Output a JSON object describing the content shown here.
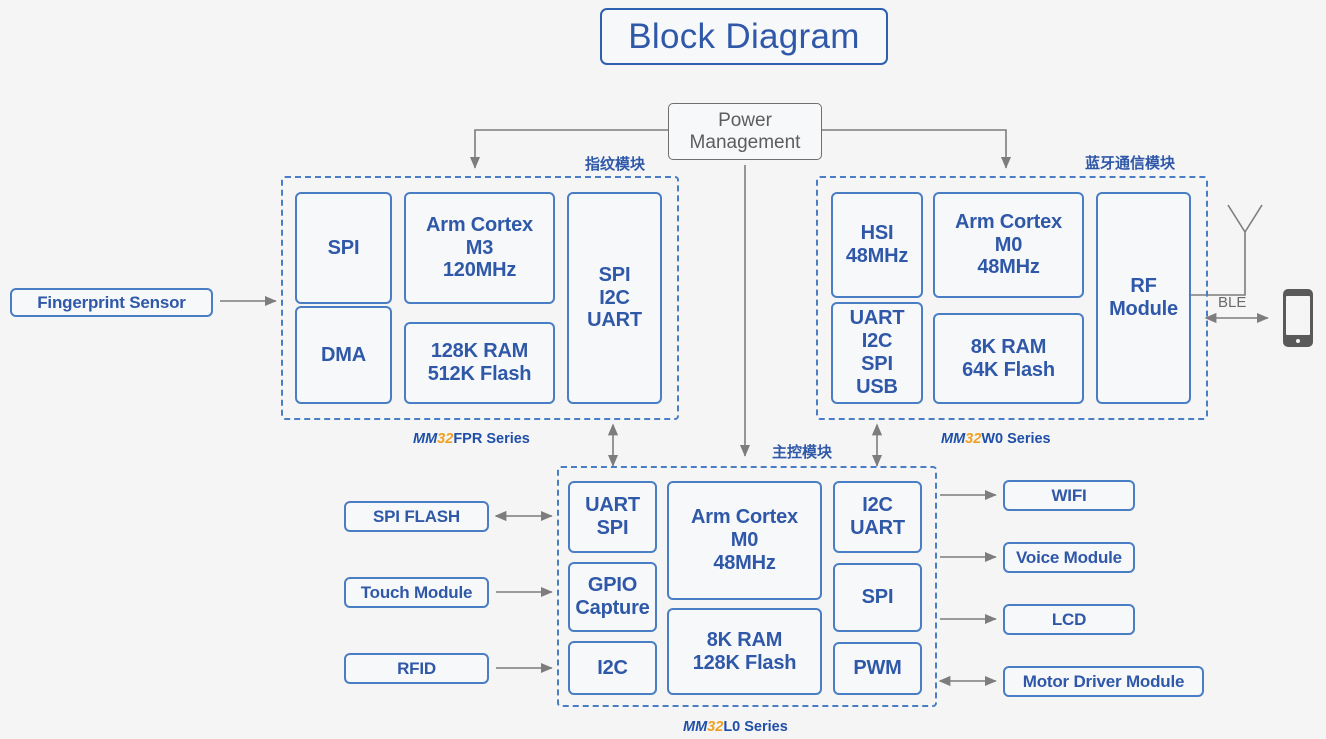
{
  "title": {
    "text": "Block Diagram"
  },
  "power": {
    "label": "Power\nManagement"
  },
  "external": {
    "fingerprint_sensor": "Fingerprint Sensor",
    "ble_label": "BLE",
    "phone_icon": "smartphone-icon",
    "antenna_icon": "antenna-icon"
  },
  "modules": [
    {
      "id": "fingerprint",
      "cn_label": "指纹模块",
      "series": {
        "prefix": "MM",
        "num": "32",
        "tail": "FPR Series"
      },
      "blocks": [
        {
          "name": "spi",
          "text": "SPI"
        },
        {
          "name": "dma",
          "text": "DMA"
        },
        {
          "name": "core",
          "text": "Arm Cortex\nM3\n120MHz"
        },
        {
          "name": "memory",
          "text": "128K RAM\n512K Flash"
        },
        {
          "name": "interfaces",
          "text": "SPI\nI2C\nUART"
        }
      ]
    },
    {
      "id": "bluetooth",
      "cn_label": "蓝牙通信模块",
      "series": {
        "prefix": "MM",
        "num": "32",
        "tail": "W0 Series"
      },
      "blocks": [
        {
          "name": "hsi",
          "text": "HSI\n48MHz"
        },
        {
          "name": "interfaces",
          "text": "UART\nI2C\nSPI\nUSB"
        },
        {
          "name": "core",
          "text": "Arm Cortex\nM0\n48MHz"
        },
        {
          "name": "memory",
          "text": "8K RAM\n64K Flash"
        },
        {
          "name": "rf",
          "text": "RF\nModule"
        }
      ]
    },
    {
      "id": "main-control",
      "cn_label": "主控模块",
      "series": {
        "prefix": "MM",
        "num": "32",
        "tail": "L0 Series"
      },
      "blocks": [
        {
          "name": "uart-spi",
          "text": "UART\nSPI"
        },
        {
          "name": "gpio-capture",
          "text": "GPIO\nCapture"
        },
        {
          "name": "i2c",
          "text": "I2C"
        },
        {
          "name": "core",
          "text": "Arm Cortex\nM0\n48MHz"
        },
        {
          "name": "memory",
          "text": "8K RAM\n128K Flash"
        },
        {
          "name": "i2c-uart",
          "text": "I2C\nUART"
        },
        {
          "name": "spi",
          "text": "SPI"
        },
        {
          "name": "pwm",
          "text": "PWM"
        }
      ]
    }
  ],
  "peripherals_left": [
    {
      "name": "spi-flash",
      "text": "SPI FLASH",
      "arrow": "bidirectional"
    },
    {
      "name": "touch-module",
      "text": "Touch Module",
      "arrow": "right"
    },
    {
      "name": "rfid",
      "text": "RFID",
      "arrow": "right"
    }
  ],
  "peripherals_right": [
    {
      "name": "wifi",
      "text": "WIFI",
      "arrow": "right"
    },
    {
      "name": "voice-module",
      "text": "Voice Module",
      "arrow": "right"
    },
    {
      "name": "lcd",
      "text": "LCD",
      "arrow": "right"
    },
    {
      "name": "motor-driver-module",
      "text": "Motor Driver Module",
      "arrow": "bidirectional"
    }
  ],
  "colors": {
    "accent_blue": "#4a7ec4",
    "text_blue": "#2f58a8",
    "series_orange": "#f0a020",
    "gray_line": "#7d7d7d",
    "background": "#f5f5f5"
  }
}
